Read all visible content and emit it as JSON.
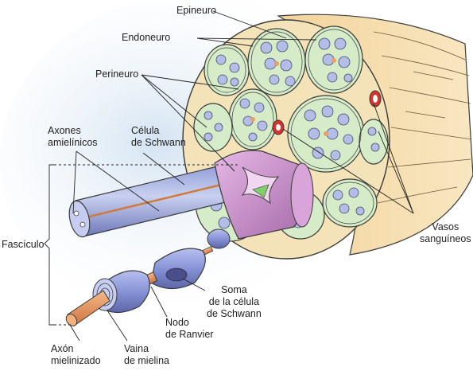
{
  "labels": {
    "epineuro": "Epineuro",
    "endoneuro": "Endoneuro",
    "perineuro": "Perineuro",
    "axones_1": "Axones",
    "axones_2": "amielínicos",
    "celula_1": "Célula",
    "celula_2": "de Schwann",
    "fasciculo": "Fascículo",
    "vasos_1": "Vasos",
    "vasos_2": "sanguíneos",
    "soma_1": "Soma",
    "soma_2": "de la célula",
    "soma_3": "de Schwann",
    "nodo_1": "Nodo",
    "nodo_2": "de Ranvier",
    "axon_1": "Axón",
    "axon_2": "mielinizado",
    "vaina_1": "Vaina",
    "vaina_2": "de mielina"
  },
  "colors": {
    "epineurium": "#f5dca8",
    "fascicle_fill": "#d6ecc8",
    "axon_blue": "#a9b4e0",
    "schwann_purple": "#c98fc9",
    "axon_orange": "#e79a5e",
    "vessel_red": "#d8322c"
  }
}
